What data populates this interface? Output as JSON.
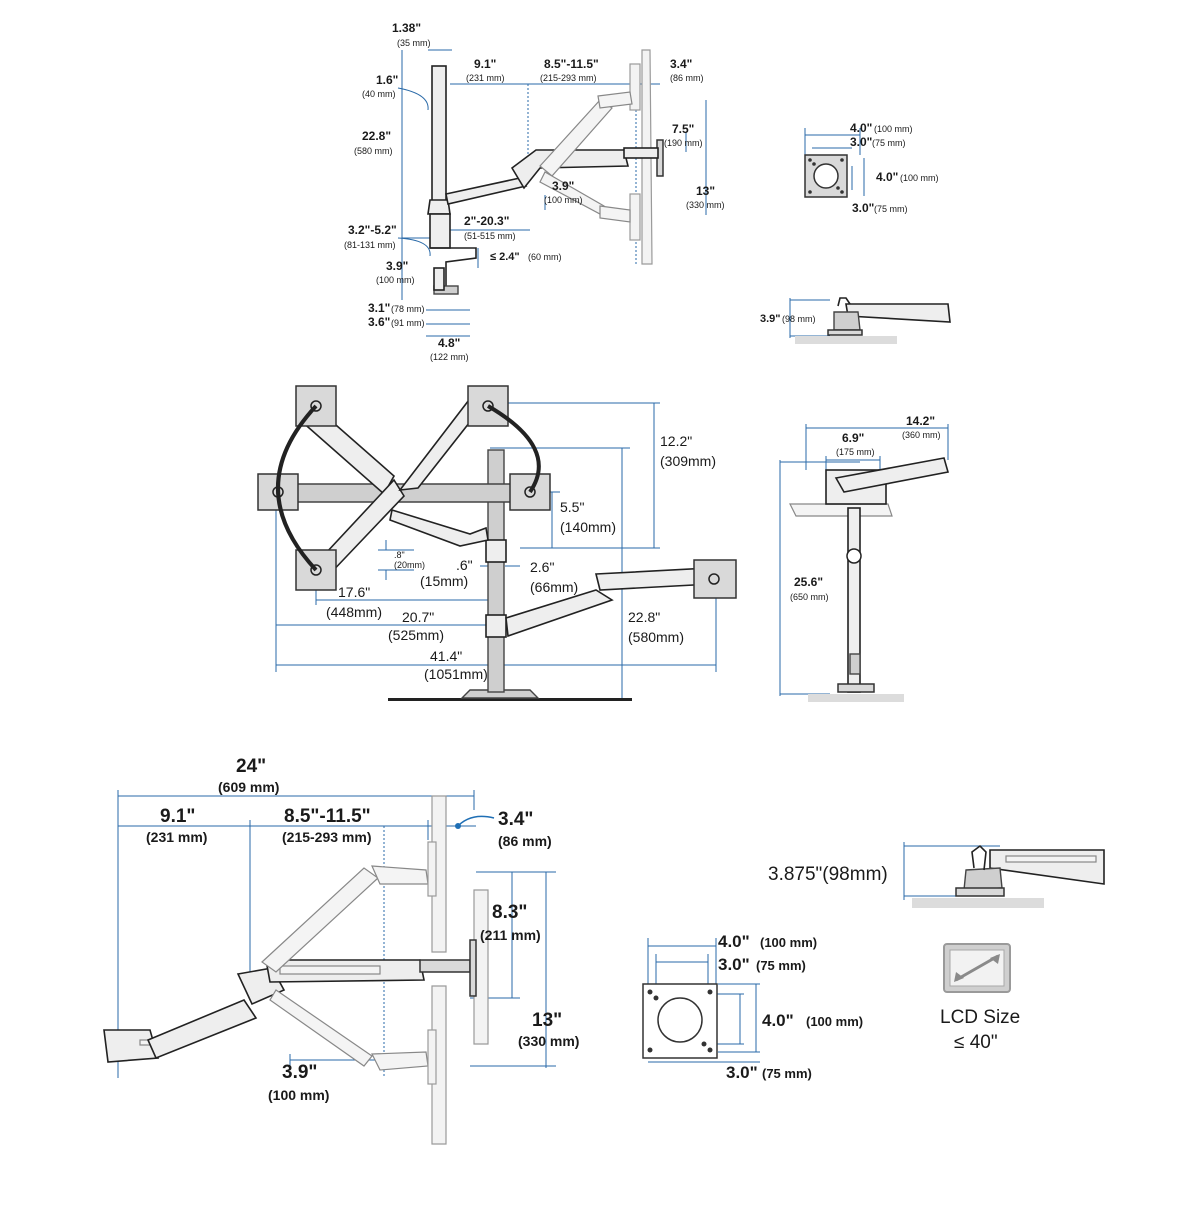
{
  "top_side": {
    "d1": {
      "in": "1.38\"",
      "mm": "(35 mm)"
    },
    "d2": {
      "in": "9.1\"",
      "mm": "(231 mm)"
    },
    "d3": {
      "in": "8.5\"-11.5\"",
      "mm": "(215-293 mm)"
    },
    "d4": {
      "in": "3.4\"",
      "mm": "(86 mm)"
    },
    "d5": {
      "in": "1.6\"",
      "mm": "(40 mm)"
    },
    "d6": {
      "in": "22.8\"",
      "mm": "(580 mm)"
    },
    "d7": {
      "in": "7.5\"",
      "mm": "(190 mm)"
    },
    "d8": {
      "in": "3.9\"",
      "mm": "(100 mm)"
    },
    "d9": {
      "in": "13\"",
      "mm": "(330 mm)"
    },
    "d10": {
      "in": "2\"-20.3\"",
      "mm": "(51-515 mm)"
    },
    "d11": {
      "in": "3.2\"-5.2\"",
      "mm": "(81-131 mm)"
    },
    "d12": {
      "in": "≤ 2.4\"",
      "mm": "(60 mm)"
    },
    "d13": {
      "in": "3.9\"",
      "mm": "(100 mm)"
    },
    "d14": {
      "in": "3.1\"",
      "mm": "(78 mm)"
    },
    "d15": {
      "in": "3.6\"",
      "mm": "(91 mm)"
    },
    "d16": {
      "in": "4.8\"",
      "mm": "(122 mm)"
    }
  },
  "vesa_small": {
    "a": {
      "in": "4.0\"",
      "mm": "(100 mm)"
    },
    "b": {
      "in": "3.0\"",
      "mm": "(75 mm)"
    },
    "c": {
      "in": "4.0\"",
      "mm": "(100 mm)"
    },
    "d": {
      "in": "3.0\"",
      "mm": "(75 mm)"
    }
  },
  "clearance_small": {
    "in": "3.9\"",
    "mm": "(98 mm)"
  },
  "front": {
    "d1": {
      "in": "12.2\"",
      "mm": "(309mm)"
    },
    "d2": {
      "in": "5.5\"",
      "mm": "(140mm)"
    },
    "d3": {
      "in": ".8\"",
      "mm": "(20mm)"
    },
    "d4": {
      "in": ".6\"",
      "mm": "(15mm)"
    },
    "d5": {
      "in": "2.6\"",
      "mm": "(66mm)"
    },
    "d6": {
      "in": "17.6\"",
      "mm": "(448mm)"
    },
    "d7": {
      "in": "20.7\"",
      "mm": "(525mm)"
    },
    "d8": {
      "in": "22.8\"",
      "mm": "(580mm)"
    },
    "d9": {
      "in": "41.4\"",
      "mm": "(1051mm)"
    }
  },
  "side_right": {
    "d1": {
      "in": "14.2\"",
      "mm": "(360 mm)"
    },
    "d2": {
      "in": "6.9\"",
      "mm": "(175 mm)"
    },
    "d3": {
      "in": "25.6\"",
      "mm": "(650 mm)"
    }
  },
  "bottom_side": {
    "d1": {
      "in": "24\"",
      "mm": "(609 mm)"
    },
    "d2": {
      "in": "9.1\"",
      "mm": "(231 mm)"
    },
    "d3": {
      "in": "8.5\"-11.5\"",
      "mm": "(215-293 mm)"
    },
    "d4": {
      "in": "3.4\"",
      "mm": "(86 mm)"
    },
    "d5": {
      "in": "8.3\"",
      "mm": "(211 mm)"
    },
    "d6": {
      "in": "13\"",
      "mm": "(330 mm)"
    },
    "d7": {
      "in": "3.9\"",
      "mm": "(100 mm)"
    }
  },
  "vesa_large": {
    "a": {
      "in": "4.0\"",
      "mm": "(100 mm)"
    },
    "b": {
      "in": "3.0\"",
      "mm": "(75 mm)"
    },
    "c": {
      "in": "4.0\"",
      "mm": "(100 mm)"
    },
    "d": {
      "in": "3.0\"",
      "mm": "(75 mm)"
    }
  },
  "clearance_large": "3.875\"(98mm)",
  "lcd": {
    "line1": "LCD Size",
    "line2": "≤ 40\""
  }
}
